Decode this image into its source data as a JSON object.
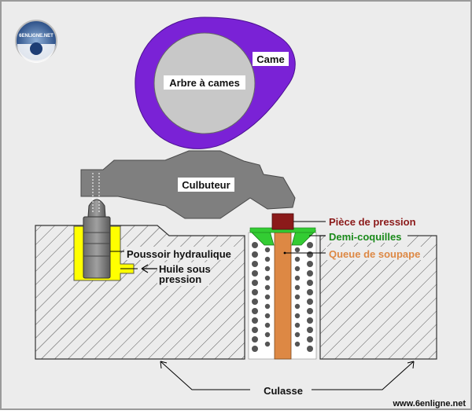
{
  "colors": {
    "background": "#ececec",
    "cam": "#7a22d6",
    "shaft": "#c8c8c8",
    "rocker": "#7f7f7f",
    "lifter_housing": "#ffff00",
    "spring_half_shells": "#33cc33",
    "valve_stem": "#dd8844",
    "pressure_piece": "#8b1a1a",
    "spring_coils": "#555555",
    "hatch": "#555555"
  },
  "logo": {
    "text": "6ENLIGNE.NET"
  },
  "labels": {
    "came": "Came",
    "arbre_a_cames": "Arbre à cames",
    "culbuteur": "Culbuteur",
    "piece_de_pression": "Pièce de pression",
    "demi_coquilles": "Demi-coquilles",
    "queue_de_soupape": "Queue de soupape",
    "poussoir_hydraulique": "Poussoir hydraulique",
    "huile_sous_line1": "Huile sous",
    "huile_sous_line2": "pression",
    "culasse": "Culasse",
    "website": "www.6enligne.net"
  },
  "label_colors": {
    "piece_de_pression": "#8b1a1a",
    "demi_coquilles": "#1a8a1a",
    "queue_de_soupape": "#dd8844"
  }
}
